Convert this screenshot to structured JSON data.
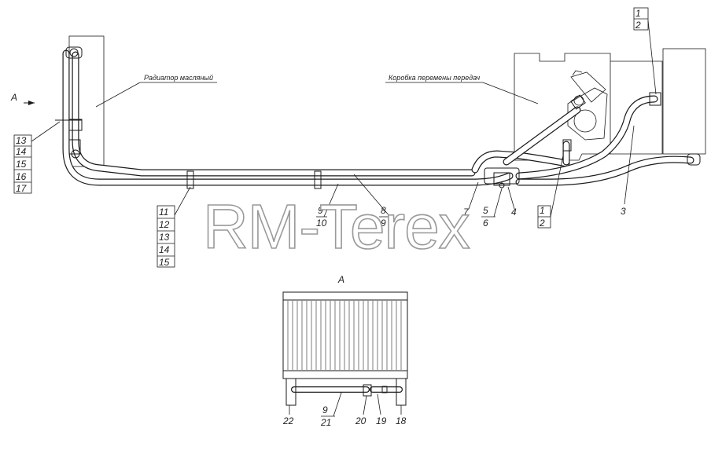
{
  "watermark": "RM-Terex",
  "view_label": "А",
  "view_title": "А",
  "captions": {
    "radiator": "Радиатор масляный",
    "gearbox": "Коробка перемены передач"
  },
  "callouts": {
    "left_stack": [
      "13",
      "14",
      "15",
      "16",
      "17"
    ],
    "clamp_stack": [
      "11",
      "12",
      "13",
      "14",
      "15"
    ],
    "pipe_9": "9",
    "pipe_10": "10",
    "pipe_8": "8",
    "pipe_9b": "9",
    "item_7": "7",
    "item_5": "5",
    "item_6": "6",
    "item_4": "4",
    "item_1": "1",
    "item_2": "2",
    "item_3": "3",
    "top_1": "1",
    "top_2": "2",
    "view_22": "22",
    "view_9": "9",
    "view_21": "21",
    "view_20": "20",
    "view_19": "19",
    "view_18": "18"
  }
}
